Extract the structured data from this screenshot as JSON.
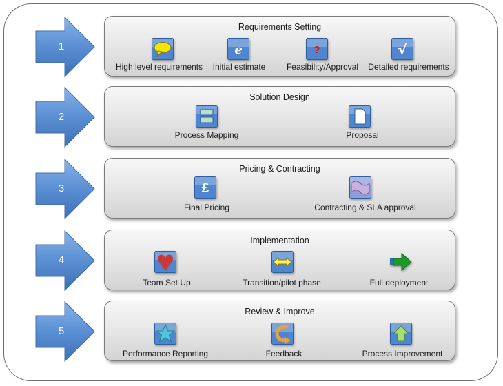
{
  "stages": [
    {
      "number": "1",
      "title": "Requirements Setting",
      "items": [
        {
          "label": "High level requirements",
          "icon": "speech-bubble-icon"
        },
        {
          "label": "Initial estimate",
          "icon": "letter-e-icon"
        },
        {
          "label": "Feasibility/Approval",
          "icon": "question-mark-icon"
        },
        {
          "label": "Detailed requirements",
          "icon": "checkmark-icon"
        }
      ]
    },
    {
      "number": "2",
      "title": "Solution Design",
      "items": [
        {
          "label": "Process Mapping",
          "icon": "process-box-icon"
        },
        {
          "label": "Proposal",
          "icon": "document-icon"
        }
      ]
    },
    {
      "number": "3",
      "title": "Pricing & Contracting",
      "items": [
        {
          "label": "Final Pricing",
          "icon": "pound-sign-icon"
        },
        {
          "label": "Contracting & SLA approval",
          "icon": "wave-flag-icon"
        }
      ]
    },
    {
      "number": "4",
      "title": "Implementation",
      "items": [
        {
          "label": "Team Set Up",
          "icon": "heart-icon"
        },
        {
          "label": "Transition/pilot phase",
          "icon": "double-arrow-icon"
        },
        {
          "label": "Full deployment",
          "icon": "right-arrow-icon"
        }
      ]
    },
    {
      "number": "5",
      "title": "Review & Improve",
      "items": [
        {
          "label": "Performance Reporting",
          "icon": "star-icon"
        },
        {
          "label": "Feedback",
          "icon": "u-turn-arrow-icon"
        },
        {
          "label": "Process Improvement",
          "icon": "up-arrow-icon"
        }
      ]
    }
  ],
  "colors": {
    "arrow_fill": "#5b8fd3",
    "arrow_dark": "#3d6fb3",
    "icon_blue": "#4f86cf",
    "panel_border": "#7c7c7c"
  }
}
